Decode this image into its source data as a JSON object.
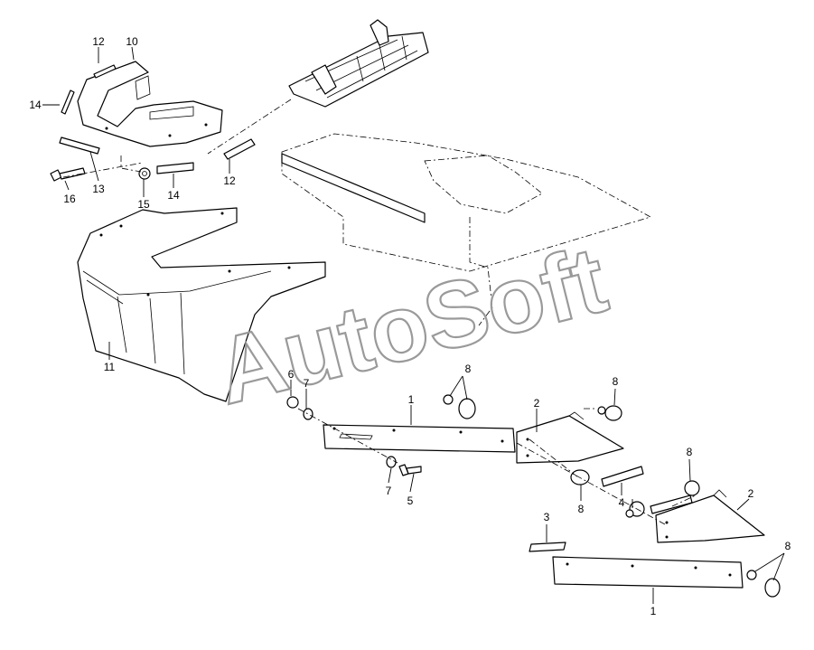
{
  "watermark": "AutoSoft",
  "callouts": [
    {
      "id": "c-12a",
      "label": "12"
    },
    {
      "id": "c-10",
      "label": "10"
    },
    {
      "id": "c-14a",
      "label": "14"
    },
    {
      "id": "c-13",
      "label": "13"
    },
    {
      "id": "c-16",
      "label": "16"
    },
    {
      "id": "c-15",
      "label": "15"
    },
    {
      "id": "c-14b",
      "label": "14"
    },
    {
      "id": "c-12b",
      "label": "12"
    },
    {
      "id": "c-11",
      "label": "11"
    },
    {
      "id": "c-6",
      "label": "6"
    },
    {
      "id": "c-7a",
      "label": "7"
    },
    {
      "id": "c-1a",
      "label": "1"
    },
    {
      "id": "c-8a",
      "label": "8"
    },
    {
      "id": "c-2a",
      "label": "2"
    },
    {
      "id": "c-8b",
      "label": "8"
    },
    {
      "id": "c-7b",
      "label": "7"
    },
    {
      "id": "c-5",
      "label": "5"
    },
    {
      "id": "c-8c",
      "label": "8"
    },
    {
      "id": "c-4",
      "label": "4"
    },
    {
      "id": "c-8d",
      "label": "8"
    },
    {
      "id": "c-2b",
      "label": "2"
    },
    {
      "id": "c-3",
      "label": "3"
    },
    {
      "id": "c-8e",
      "label": "8"
    },
    {
      "id": "c-1b",
      "label": "1"
    }
  ]
}
